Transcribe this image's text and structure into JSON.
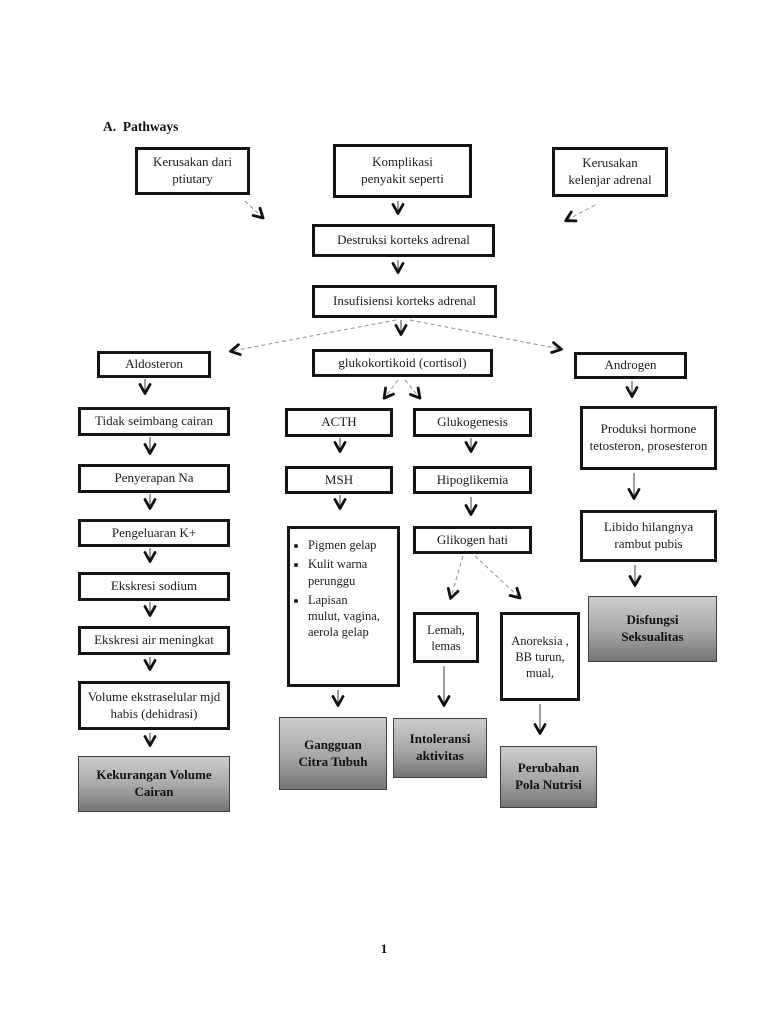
{
  "page": {
    "title": "A.  Pathways",
    "page_number": "1"
  },
  "colors": {
    "background": "#ffffff",
    "box_border": "#141414",
    "outcome_gradient_top": "#cdcdcd",
    "outcome_gradient_bottom": "#757575",
    "arrow_head": "#111111"
  },
  "nodes": {
    "pituitary": "Kerusakan dari ptiutary",
    "komplikasi": "Komplikasi penyakit seperti",
    "adrenal": "Kerusakan kelenjar adrenal",
    "destruksi": "Destruksi korteks adrenal",
    "insufisiensi": "Insufisiensi korteks adrenal",
    "aldosteron": "Aldosteron",
    "glukokortikoid": "glukokortikoid (cortisol)",
    "androgen": "Androgen",
    "tidak_seimbang": "Tidak seimbang cairan",
    "penyerapan": "Penyerapan Na",
    "pengeluaran": "Pengeluaran K+",
    "ekskresi_sodium": "Ekskresi sodium",
    "ekskresi_air": "Ekskresi air meningkat",
    "volume": "Volume ekstraselular mjd habis (dehidrasi)",
    "kekurangan": "Kekurangan Volume Cairan",
    "acth": "ACTH",
    "msh": "MSH",
    "pigmen_items": [
      "Pigmen gelap",
      "Kulit warna perunggu",
      "Lapisan mulut, vagina, aerola gelap"
    ],
    "gangguan": "Gangguan Citra Tubuh",
    "glukogenesis": "Glukogenesis",
    "hipoglikemia": "Hipoglikemia",
    "glikogen": "Glikogen hati",
    "lemah": "Lemah, lemas",
    "anoreksia": "Anoreksia , BB turun, mual,",
    "intoleransi": "Intoleransi aktivitas",
    "perubahan": "Perubahan Pola Nutrisi",
    "produksi": "Produksi hormone tetosteron, prosesteron",
    "libido": "Libido hilangnya rambut pubis",
    "disfungsi": "Disfungsi Seksualitas"
  }
}
